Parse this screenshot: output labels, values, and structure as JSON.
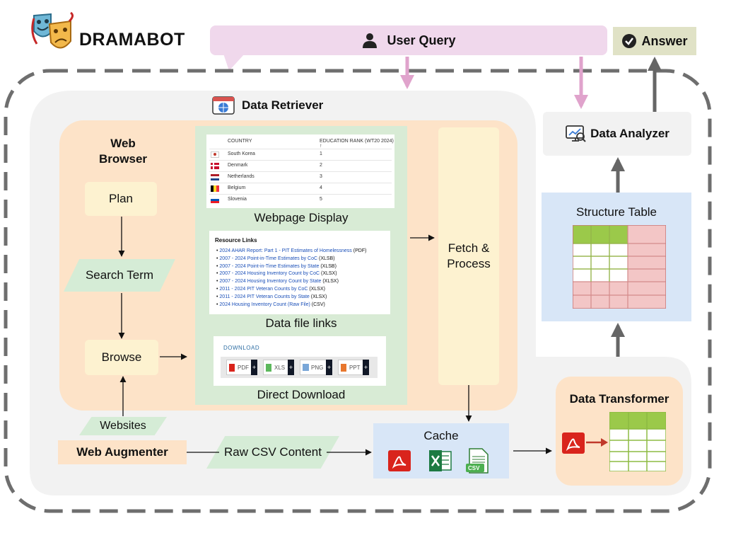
{
  "header": {
    "brand": "DRAMABOT",
    "user_query": "User Query",
    "answer": "Answer"
  },
  "data_retriever": {
    "title": "Data Retriever"
  },
  "web_browser": {
    "title": "Web Browser",
    "plan": "Plan",
    "search_term": "Search Term",
    "browse": "Browse",
    "websites": "Websites"
  },
  "webpage_display": {
    "caption": "Webpage Display",
    "headers": [
      "COUNTRY",
      "EDUCATION RANK (WT20 2024) ↑"
    ],
    "rows": [
      {
        "country": "South Korea",
        "rank": "1"
      },
      {
        "country": "Denmark",
        "rank": "2"
      },
      {
        "country": "Netherlands",
        "rank": "3"
      },
      {
        "country": "Belgium",
        "rank": "4"
      },
      {
        "country": "Slovenia",
        "rank": "5"
      }
    ]
  },
  "data_file_links": {
    "caption": "Data file links",
    "heading": "Resource Links",
    "links": [
      {
        "text": "2024 AHAR Report: Part 1 - PIT Estimates of Homelessness",
        "format": "(PDF)"
      },
      {
        "text": "2007 - 2024 Point-in-Time Estimates by CoC",
        "format": "(XLSB)"
      },
      {
        "text": "2007 - 2024 Point-in-Time Estimates by State",
        "format": "(XLSB)"
      },
      {
        "text": "2007 - 2024 Housing Inventory Count by CoC",
        "format": "(XLSX)"
      },
      {
        "text": "2007 - 2024 Housing Inventory Count by State",
        "format": "(XLSX)"
      },
      {
        "text": "2011 - 2024 PIT Veteran Counts by CoC",
        "format": "(XLSX)"
      },
      {
        "text": "2011 - 2024 PIT Veteran Counts by State",
        "format": "(XLSX)"
      },
      {
        "text": "2024 Housing Inventory Count (Raw File)",
        "format": "(CSV)"
      }
    ]
  },
  "direct_download": {
    "caption": "Direct Download",
    "heading": "DOWNLOAD",
    "buttons": [
      "PDF",
      "XLS",
      "PNG",
      "PPT"
    ]
  },
  "fetch_process": {
    "label": "Fetch & Process"
  },
  "web_augmenter": {
    "label": "Web Augmenter",
    "raw_csv": "Raw CSV Content"
  },
  "cache": {
    "label": "Cache",
    "icons": [
      "pdf-icon",
      "excel-icon",
      "csv-icon"
    ],
    "csv_badge": "CSV"
  },
  "data_analyzer": {
    "label": "Data Analyzer"
  },
  "structure_table": {
    "label": "Structure Table"
  },
  "data_transformer": {
    "label": "Data Transformer"
  },
  "colors": {
    "peach": "#fde3c8",
    "light_yellow": "#fdf2d0",
    "light_green": "#d8ebd5",
    "parallelogram_green": "#d5ecd6",
    "light_blue": "#d8e6f7",
    "pink": "#f0d8ec",
    "answer_bg": "#e0e2c6",
    "table_green": "#9bc94a",
    "table_red": "#f3c6c6",
    "arrow_gray": "#666666",
    "arrow_pink": "#e0a3cc",
    "pdf_red": "#d9241c",
    "excel_green": "#1d7a42"
  }
}
